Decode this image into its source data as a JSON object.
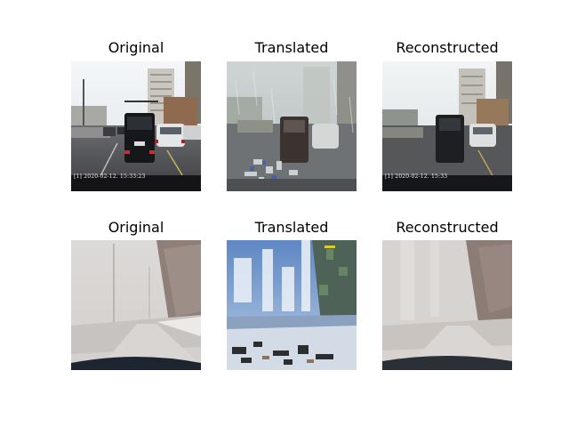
{
  "figure": {
    "rows": [
      {
        "scene": "city-traffic-dashcam",
        "panels": [
          {
            "title": "Original",
            "timestamp": "[1] 2020-02-12. 15:33:23",
            "style": "clear"
          },
          {
            "title": "Translated",
            "timestamp": "",
            "style": "rainy"
          },
          {
            "title": "Reconstructed",
            "timestamp": "[1] 2020-02-12. 15:33",
            "style": "clear-soft"
          }
        ]
      },
      {
        "scene": "snowy-road-dashcam",
        "panels": [
          {
            "title": "Original",
            "style": "foggy-snow"
          },
          {
            "title": "Translated",
            "style": "blue-snow"
          },
          {
            "title": "Reconstructed",
            "style": "foggy-snow-soft"
          }
        ]
      }
    ]
  }
}
